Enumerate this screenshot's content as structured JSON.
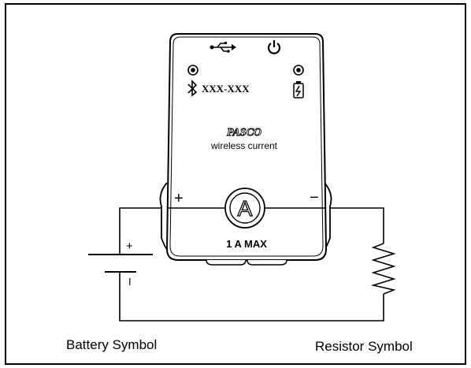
{
  "device": {
    "id_label": "XXX-XXX",
    "brand_logo": "PASCO",
    "product_name": "wireless current",
    "ammeter_symbol": "A",
    "rating": "1 A MAX",
    "plus_terminal": "+",
    "minus_terminal": "−",
    "icons": [
      "usb-icon",
      "power-icon",
      "bluetooth-icon",
      "battery-charging-icon"
    ]
  },
  "battery": {
    "plus_sign": "+",
    "minus_sign": "I"
  },
  "captions": {
    "battery": "Battery Symbol",
    "resistor": "Resistor Symbol"
  }
}
